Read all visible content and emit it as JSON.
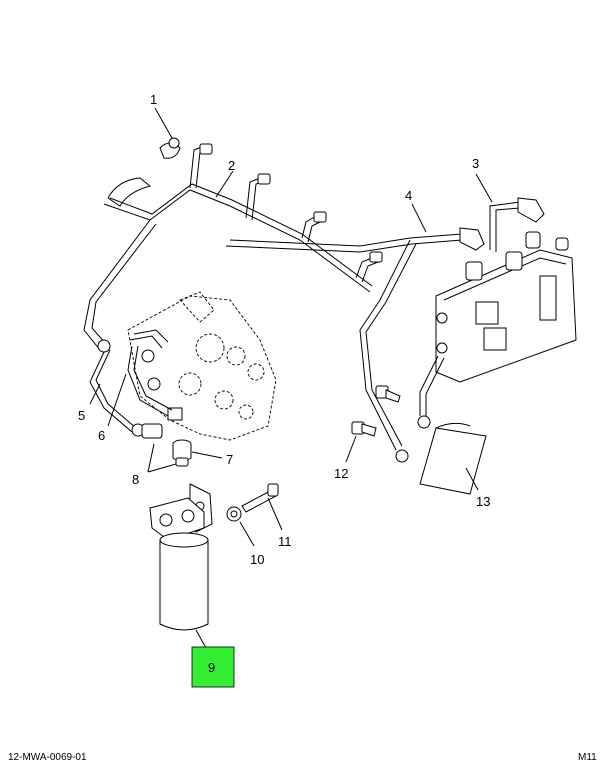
{
  "callouts": {
    "c1": "1",
    "c2": "2",
    "c3": "3",
    "c4": "4",
    "c5": "5",
    "c6": "6",
    "c7": "7",
    "c8": "8",
    "c9": "9",
    "c10": "10",
    "c11": "11",
    "c12": "12",
    "c13": "13"
  },
  "captions": {
    "figure_id": "12-MWA-0069-01",
    "corner": "M11"
  },
  "colors": {
    "highlight": "#33ee33",
    "linework": "#000000"
  }
}
